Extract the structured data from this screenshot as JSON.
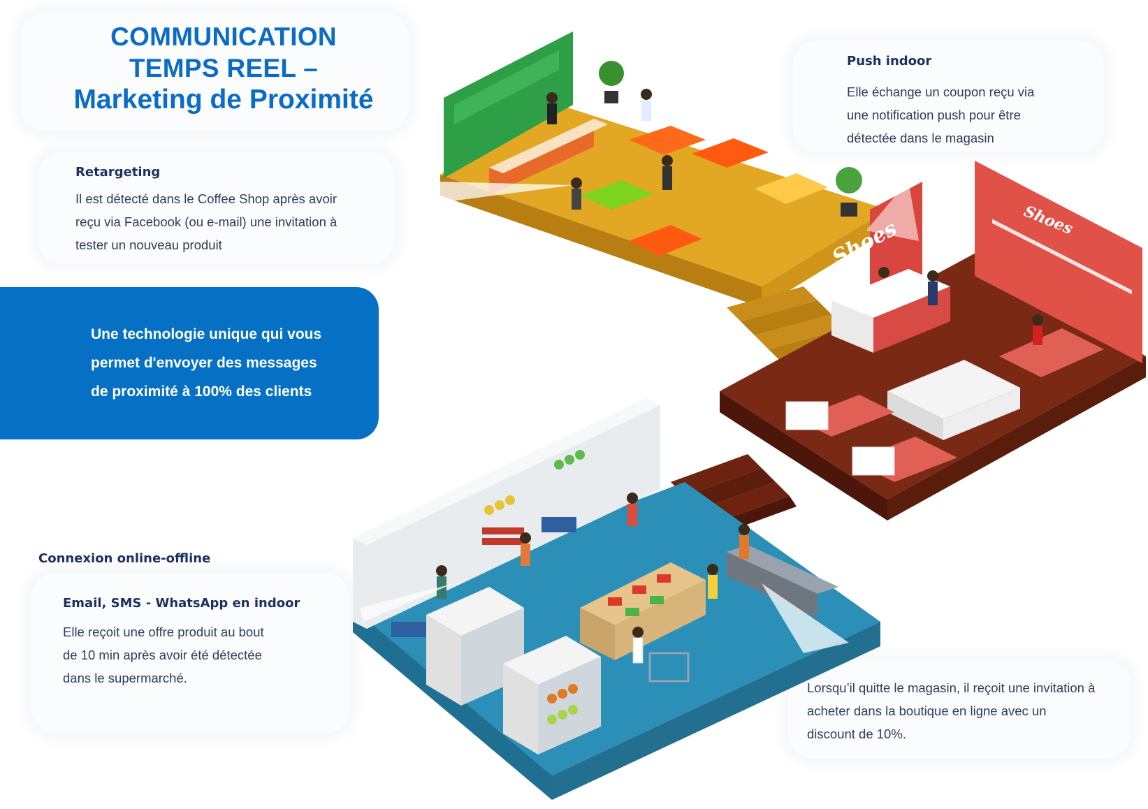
{
  "title": {
    "line1": "COMMUNICATION",
    "line2": "TEMPS REEL –",
    "line3": "Marketing de Proximité"
  },
  "retargeting": {
    "heading": "Retargeting",
    "lines": [
      "Il est détecté dans le Coffee Shop après avoir",
      "reçu via Facebook (ou e-mail) une invitation à",
      "tester un nouveau produit"
    ]
  },
  "push": {
    "heading": "Push indoor",
    "lines": [
      "Elle échange un coupon reçu via",
      "une notification push pour être",
      "détectée dans le magasin"
    ]
  },
  "banner": {
    "lines": [
      "Une technologie unique qui vous",
      "permet d'envoyer des messages",
      "de proximité à 100% des clients"
    ]
  },
  "connexion": {
    "heading": "Connexion online-offline"
  },
  "email": {
    "heading": "Email, SMS - WhatsApp en indoor",
    "lines": [
      "Elle reçoit une offre produit au bout",
      "de 10 min après avoir été détectée",
      "dans le supermarché."
    ]
  },
  "exit": {
    "lines": [
      "Lorsqu’il quitte le magasin, il reçoit une invitation à",
      "acheter dans la boutique en ligne avec un",
      "discount de 10%."
    ]
  },
  "scene": {
    "shoes_sign_1": "Shoes",
    "shoes_sign_2": "Shoes"
  },
  "colors": {
    "brand_blue": "#0570c4",
    "title_blue": "#0a6cc6",
    "coffee_floor": "#e2a823",
    "shoe_floor": "#7a2a14",
    "market_floor": "#2b8fb8"
  }
}
